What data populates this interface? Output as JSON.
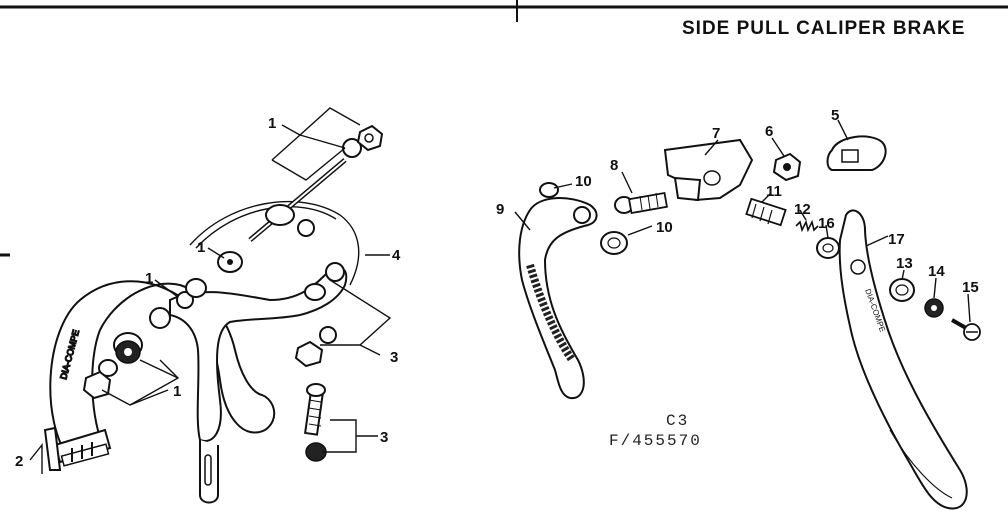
{
  "title": "SIDE PULL CALIPER BRAKE",
  "diagram_code": "C3",
  "figure_number": "F/455570",
  "callouts": {
    "c1a": "1",
    "c1b": "1",
    "c1c": "1",
    "c1d": "1",
    "c2": "2",
    "c3a": "3",
    "c3b": "3",
    "c4": "4",
    "c5": "5",
    "c6": "6",
    "c7": "7",
    "c8": "8",
    "c9": "9",
    "c10a": "10",
    "c10b": "10",
    "c11": "11",
    "c12": "12",
    "c13": "13",
    "c14": "14",
    "c15": "15",
    "c16": "16",
    "c17": "17"
  },
  "stamped_marks": [
    "DIA-COMPE",
    "DIA-COMPE"
  ]
}
